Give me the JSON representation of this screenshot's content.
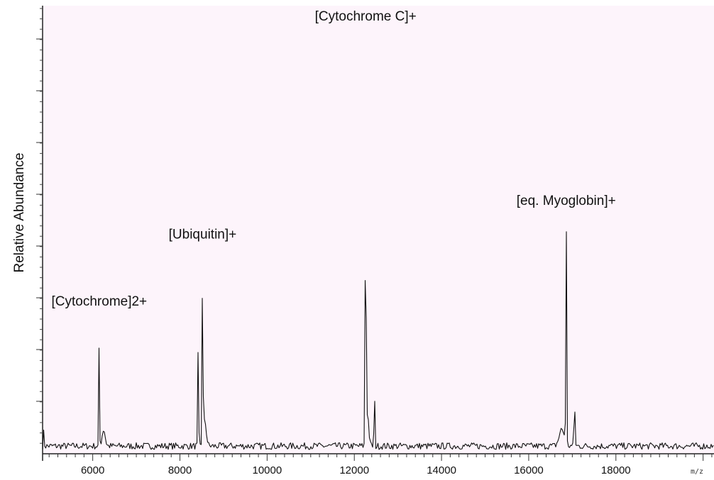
{
  "chart_data": {
    "type": "line",
    "title": "",
    "xlabel": "m/z",
    "ylabel": "Relative Abundance",
    "xlim": [
      4850,
      20250
    ],
    "ylim": [
      0,
      100
    ],
    "x_ticks": [
      6000,
      8000,
      10000,
      12000,
      14000,
      16000,
      18000
    ],
    "x_tick_labels": [
      "6000",
      "8000",
      "10000",
      "12000",
      "14000",
      "16000",
      "18000"
    ],
    "grid": false,
    "baseline_level": 1.5,
    "peaks": [
      {
        "x": 4880,
        "height": 4,
        "width": 8
      },
      {
        "x": 6150,
        "height": 32,
        "width": 7
      },
      {
        "x": 6250,
        "height": 4,
        "width": 35
      },
      {
        "x": 8420,
        "height": 25,
        "width": 9
      },
      {
        "x": 8520,
        "height": 47,
        "width": 9
      },
      {
        "x": 8570,
        "height": 6,
        "width": 35
      },
      {
        "x": 12260,
        "height": 100,
        "width": 8
      },
      {
        "x": 12300,
        "height": 8,
        "width": 30
      },
      {
        "x": 12460,
        "height": 18,
        "width": 8
      },
      {
        "x": 16760,
        "height": 4,
        "width": 60
      },
      {
        "x": 16860,
        "height": 55,
        "width": 9
      },
      {
        "x": 17050,
        "height": 13,
        "width": 10
      }
    ],
    "annotations": [
      {
        "text": "[Cytochrome]2+",
        "x": 6150,
        "y": 34
      },
      {
        "text": "[Ubiquitin]+",
        "x": 8520,
        "y": 50
      },
      {
        "text": "[Cytochrome C]+",
        "x": 12260,
        "y": 102
      },
      {
        "text": "[eq. Myoglobin]+",
        "x": 16860,
        "y": 58
      }
    ]
  }
}
